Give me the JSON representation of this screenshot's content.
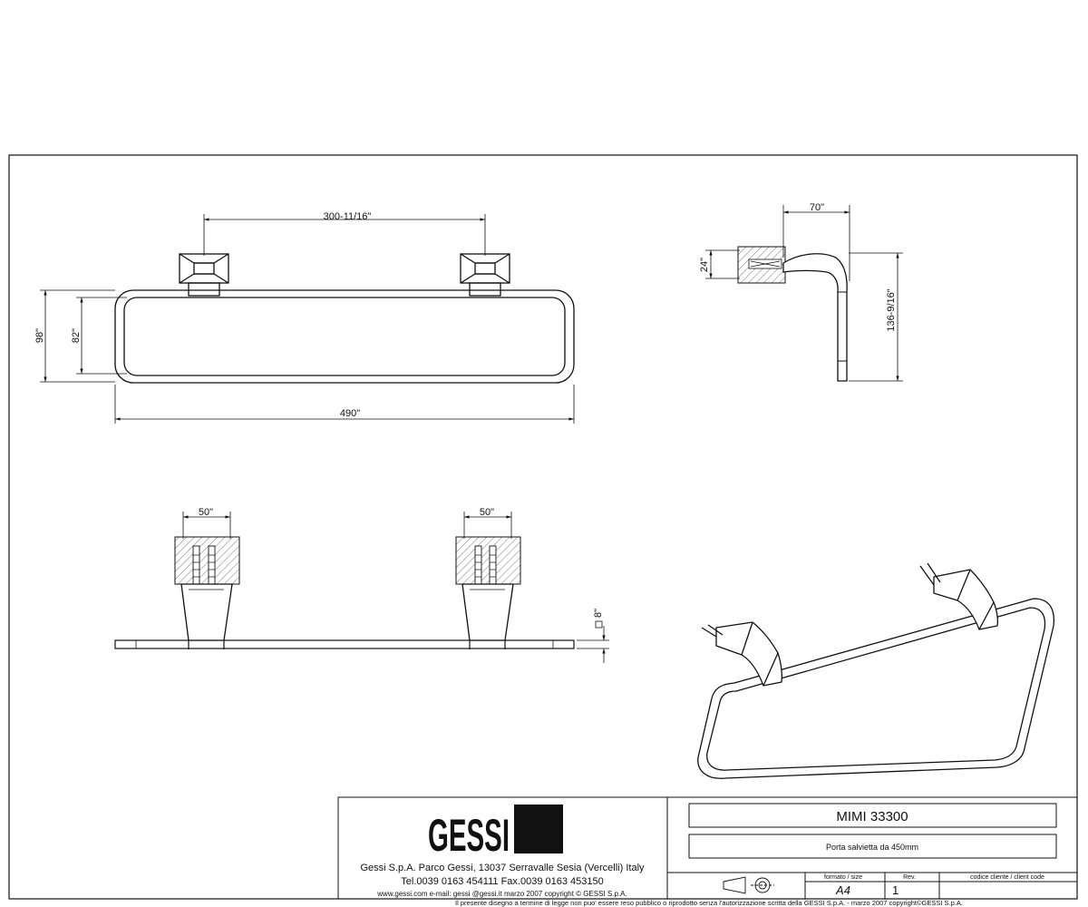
{
  "dimensions": {
    "front_top_span": "300-11/16\"",
    "front_total_height": "98\"",
    "front_inner_height": "82\"",
    "front_total_width": "490\"",
    "side_projection": "70\"",
    "side_mount_height": "24\"",
    "side_total_drop": "136-9/16\"",
    "bottom_left_mount": "50\"",
    "bottom_right_mount": "50\"",
    "bottom_bar_section": "8\""
  },
  "title_block": {
    "brand": "GESSI",
    "company_line": "Gessi S.p.A. Parco Gessi, 13037 Serravalle Sesia (Vercelli) Italy",
    "phone_line": "Tel.0039  0163  454111  Fax.0039  0163  453150",
    "web_line": "www.gessi.com  e-mail:  gessi @gessi.it     marzo  2007    copyright © GESSI  S.p.A.",
    "product_code": "MIMI  33300",
    "product_description": "Porta salvietta da 450mm",
    "format_label": "formato  /  size",
    "format_value": "A4",
    "rev_label": "Rev.",
    "rev_value": "1",
    "client_code_label": "codice  cliente  /  client  code",
    "client_code_value": ""
  },
  "footer_notice": "Il  presente  disegno  a  termine  di  legge  non  puo'  essere  reso  pubblico  o  riprodotto  senza  l'autorizzazione  scritta  della  GESSI  S.p.A.  -  marzo  2007   copyright©GESSI  S.p.A."
}
